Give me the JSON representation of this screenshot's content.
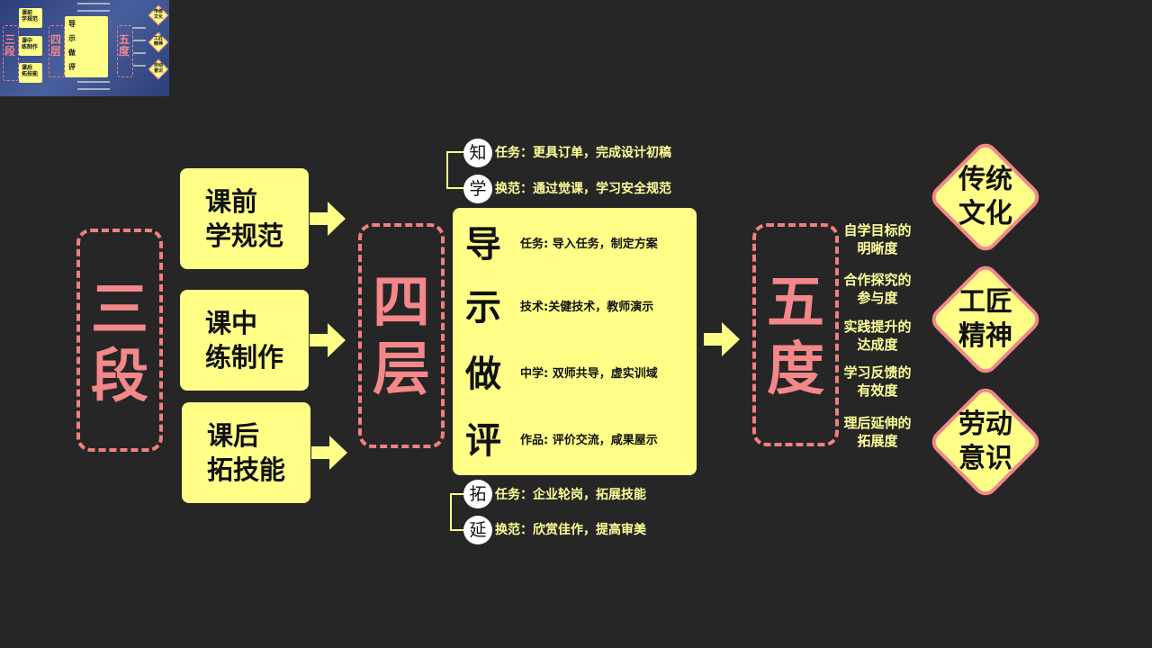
{
  "thumbnail": {
    "stages": [
      "课前\n学规范",
      "课中\n练制作",
      "课后\n拓技能"
    ],
    "title_left": "三段",
    "title_mid": "四层",
    "center_chars": [
      "导",
      "示",
      "做",
      "评"
    ],
    "title_right": "五度",
    "values": [
      "传统\n文化",
      "工匠\n精神",
      "劳动\n意识"
    ]
  },
  "left": {
    "title": "三段",
    "stages": [
      {
        "label": "课前\n学规范"
      },
      {
        "label": "课中\n练制作"
      },
      {
        "label": "课后\n拓技能"
      }
    ]
  },
  "middle": {
    "title": "四层",
    "top_items": [
      {
        "circle": "知",
        "text": "任务：更具订单，完成设计初稿"
      },
      {
        "circle": "学",
        "text": "换范：通过觉课，学习安全规范"
      }
    ],
    "center": [
      {
        "char": "导",
        "text": "任务: 导入任务，制定方案"
      },
      {
        "char": "示",
        "text": "技术:关健技术，教师演示"
      },
      {
        "char": "做",
        "text": "中学: 双师共导，虚实训域"
      },
      {
        "char": "评",
        "text": "作品: 评价交流，咸果屋示"
      }
    ],
    "bottom_items": [
      {
        "circle": "拓",
        "text": "任务：企业轮岗，拓展技能"
      },
      {
        "circle": "延",
        "text": "换范：欣赏佳作，提高审美"
      }
    ]
  },
  "right": {
    "title": "五度",
    "degrees": [
      "自学目标的\n明晰度",
      "合作探究的\n参与度",
      "实践提升的\n达成度",
      "学习反馈的\n有效度",
      "理后延伸的\n拓展度"
    ],
    "values": [
      "传统\n文化",
      "工匠\n精神",
      "劳动\n意识"
    ]
  },
  "colors": {
    "background": "#262626",
    "yellow": "#ffff88",
    "pink": "#f4878a",
    "text_yellow": "#ffff99"
  }
}
